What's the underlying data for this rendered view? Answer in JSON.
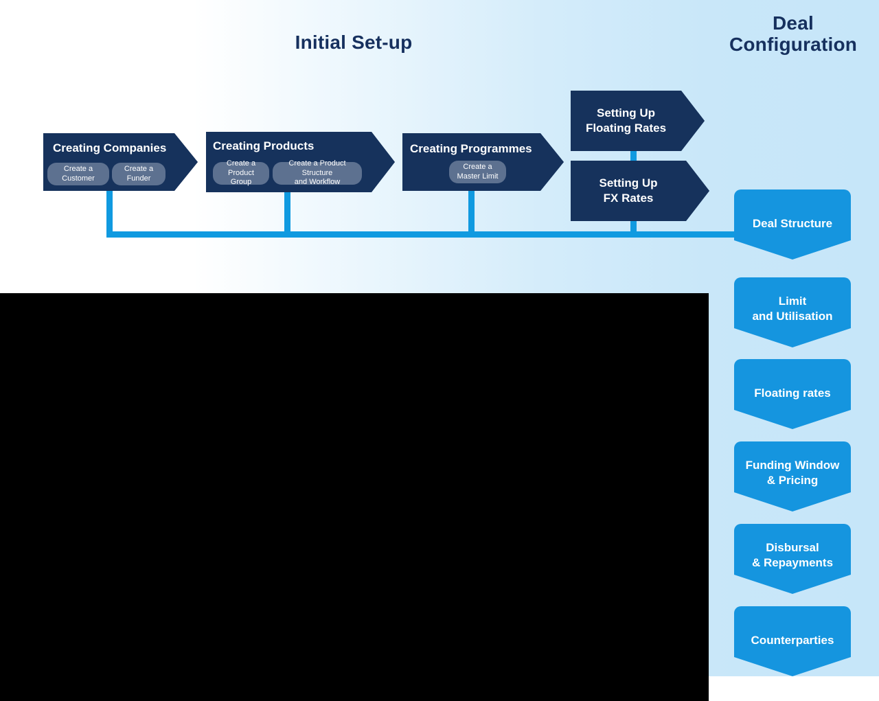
{
  "titles": {
    "initial_setup": "Initial Set-up",
    "deal_configuration": "Deal\nConfiguration"
  },
  "colors": {
    "navy": "#16325c",
    "accent_blue": "#1595df",
    "connector_blue": "#109ae0",
    "pill_slate": "#5d7190",
    "heading_navy": "#16305e",
    "background_left": "#ffffff",
    "background_right": "#c6e6f9",
    "overlay_black": "#000000"
  },
  "initial_setup_stages": [
    {
      "label": "Creating Companies",
      "substeps": [
        {
          "line1": "Create a",
          "line2": "Customer"
        },
        {
          "line1": "Create a",
          "line2": "Funder"
        }
      ]
    },
    {
      "label": "Creating Products",
      "substeps": [
        {
          "line1": "Create a",
          "line2": "Product Group"
        },
        {
          "line1": "Create a Product Structure",
          "line2": "and Workflow"
        }
      ]
    },
    {
      "label": "Creating Programmes",
      "substeps": [
        {
          "line1": "Create a",
          "line2": "Master Limit"
        }
      ]
    }
  ],
  "rate_stages": [
    {
      "line1": "Setting Up",
      "line2": "Floating Rates"
    },
    {
      "line1": "Setting Up",
      "line2": "FX Rates"
    }
  ],
  "deal_configuration_cards": [
    {
      "line1": "Deal Structure",
      "line2": ""
    },
    {
      "line1": "Limit",
      "line2": "and Utilisation"
    },
    {
      "line1": "Floating rates",
      "line2": ""
    },
    {
      "line1": "Funding Window",
      "line2": "& Pricing"
    },
    {
      "line1": "Disbursal",
      "line2": "& Repayments"
    },
    {
      "line1": "Counterparties",
      "line2": ""
    }
  ]
}
